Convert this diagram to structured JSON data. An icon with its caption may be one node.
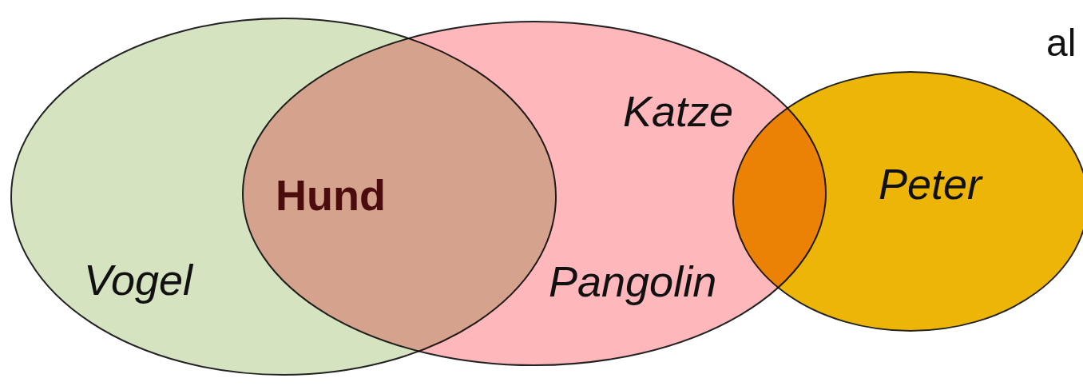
{
  "diagram": {
    "nodes": [
      {
        "text": [
          "Vogel"
        ]
      },
      {
        "text": [
          "Katze",
          "Pangolin"
        ]
      },
      {
        "text": [
          "Peter"
        ]
      }
    ],
    "labels": [
      "al",
      "Hund"
    ]
  }
}
